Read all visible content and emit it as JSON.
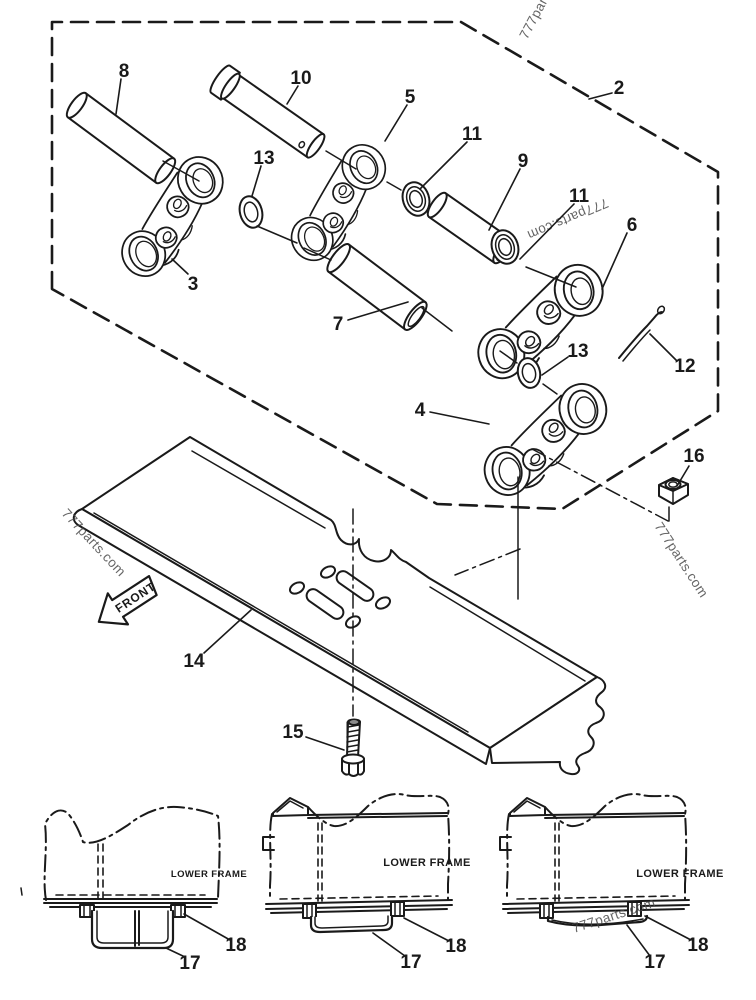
{
  "colors": {
    "ink": "#1a1a1a",
    "watermark_gray": "#4b4b4b",
    "background": "#ffffff"
  },
  "watermark": {
    "text": "777parts.com"
  },
  "front_arrow": {
    "label": "FRONT"
  },
  "parts": {
    "p2": "2",
    "p3": "3",
    "p4": "4",
    "p5": "5",
    "p6": "6",
    "p7": "7",
    "p8": "8",
    "p9": "9",
    "p10": "10",
    "p11_top": "11",
    "p11_mid": "11",
    "p12": "12",
    "p13_left": "13",
    "p13_right": "13",
    "p14": "14",
    "p15": "15",
    "p16": "16"
  },
  "views": {
    "left": {
      "frame_label": "LOWER FRAME",
      "c17": "17",
      "c18": "18"
    },
    "middle": {
      "frame_label": "LOWER FRAME",
      "c17": "17",
      "c18": "18"
    },
    "right": {
      "frame_label": "LOWER FRAME",
      "c17": "17",
      "c18": "18"
    }
  }
}
